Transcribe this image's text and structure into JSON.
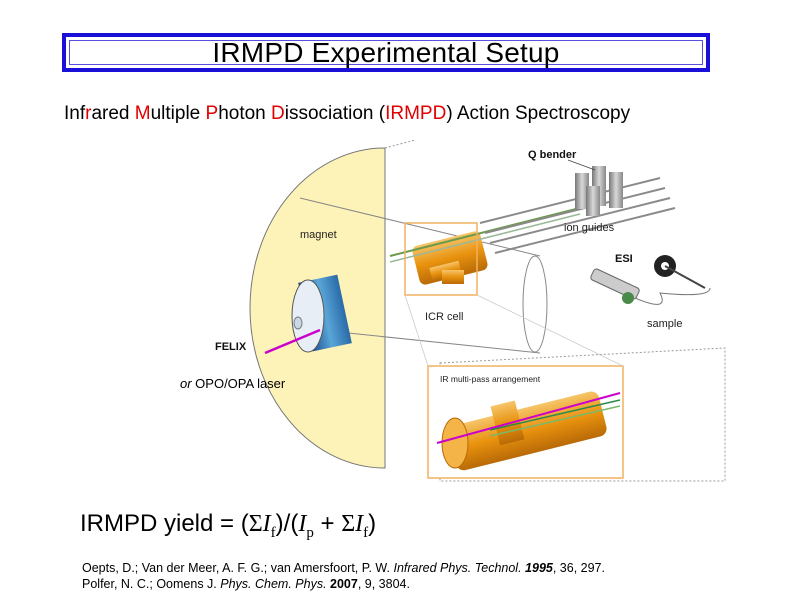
{
  "title": "IRMPD Experimental Setup",
  "subtitle": {
    "parts": [
      {
        "text": "Inf",
        "red": false
      },
      {
        "text": "r",
        "red": true
      },
      {
        "text": "ared ",
        "red": false
      },
      {
        "text": "M",
        "red": true
      },
      {
        "text": "ultiple ",
        "red": false
      },
      {
        "text": "P",
        "red": true
      },
      {
        "text": "hoton ",
        "red": false
      },
      {
        "text": "D",
        "red": true
      },
      {
        "text": "issociation (",
        "red": false
      },
      {
        "text": "IRMPD",
        "red": true
      },
      {
        "text": ") Action Spectroscopy",
        "red": false
      }
    ]
  },
  "diagram_labels": {
    "q_bender": "Q bender",
    "ion_guides": "ion guides",
    "esi": "ESI",
    "magnet": "magnet",
    "sample": "sample",
    "icr_cell": "ICR cell",
    "felix": "FELIX",
    "ir_multipass": "IR multi-pass arrangement"
  },
  "laser_note": {
    "or": "or",
    "text": " OPO/OPA laser"
  },
  "formula": {
    "prefix": "IRMPD yield = (",
    "sigma1": "Σ",
    "var1": "I",
    "sub1": "f",
    "mid": ")/(",
    "var2": "I",
    "sub2": "p",
    "plus": " + ",
    "sigma2": "Σ",
    "var3": "I",
    "sub3": "f",
    "suffix": ")"
  },
  "references": [
    {
      "authors": "Oepts, D.; Van der Meer, A. F. G.; van Amersfoort, P. W. ",
      "journal": "Infrared Phys. Technol.",
      "year": "1995",
      "rest": ", 36, 297."
    },
    {
      "authors": "Polfer, N. C.; Oomens J. ",
      "journal": "Phys. Chem. Phys.",
      "year": "2007",
      "rest": ", 9, 3804."
    }
  ],
  "colors": {
    "title_border": "#1a10d8",
    "highlight_red": "#e00000",
    "magnet_yellow": "#fdf3b8",
    "cell_orange": "#e8920e"
  }
}
